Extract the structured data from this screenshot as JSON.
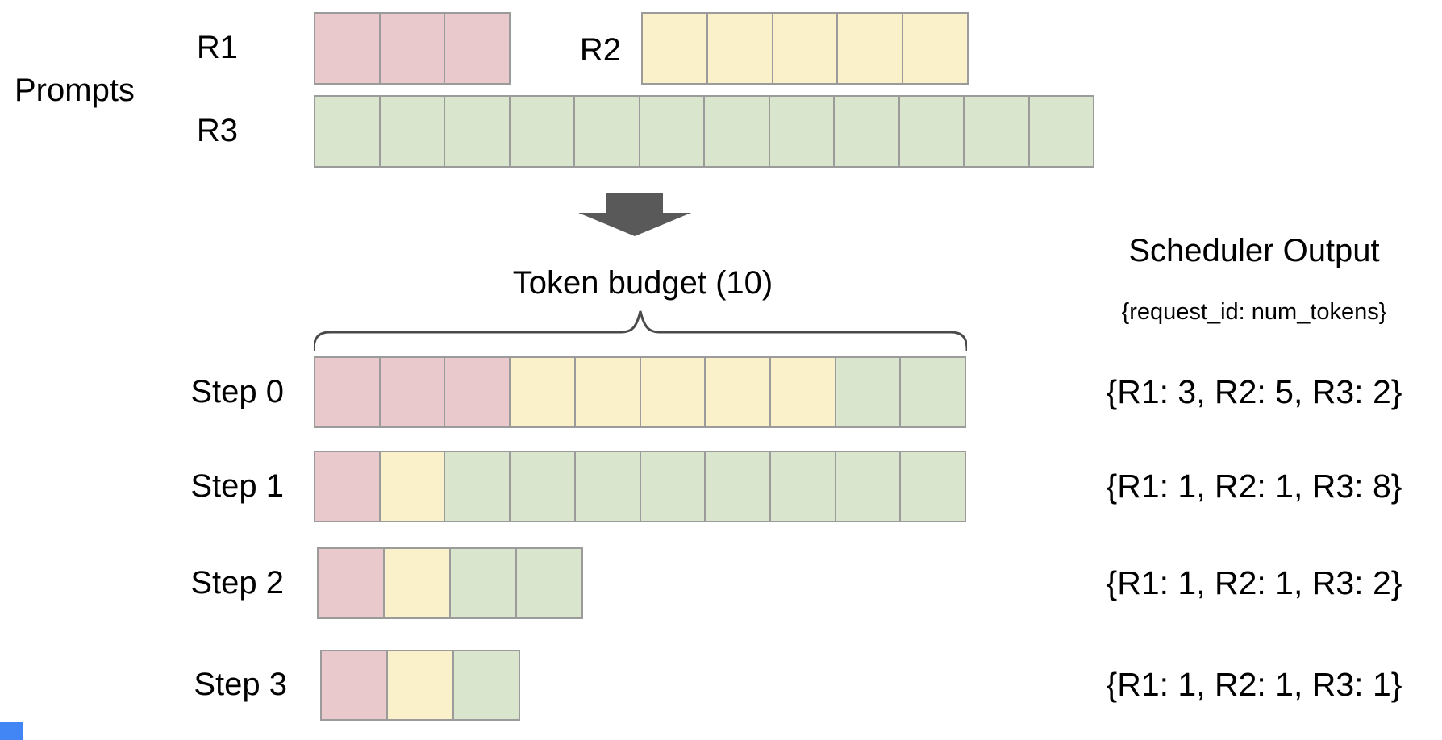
{
  "labels": {
    "prompts": "Prompts",
    "token_budget": "Token budget (10)",
    "scheduler_title": "Scheduler Output",
    "scheduler_subtitle": "{request_id: num_tokens}"
  },
  "token_budget_value": 10,
  "prompt_rows": [
    {
      "label": "R1",
      "segments": [
        {
          "req": "R1",
          "n": 3
        }
      ]
    },
    {
      "label": "R2",
      "segments": [
        {
          "req": "R2",
          "n": 5
        }
      ]
    },
    {
      "label": "R3",
      "segments": [
        {
          "req": "R3",
          "n": 12
        }
      ]
    }
  ],
  "steps": [
    {
      "label": "Step 0",
      "segments": [
        {
          "req": "R1",
          "n": 3
        },
        {
          "req": "R2",
          "n": 5
        },
        {
          "req": "R3",
          "n": 2
        }
      ],
      "output": "{R1: 3, R2: 5, R3: 2}"
    },
    {
      "label": "Step 1",
      "segments": [
        {
          "req": "R1",
          "n": 1
        },
        {
          "req": "R2",
          "n": 1
        },
        {
          "req": "R3",
          "n": 8
        }
      ],
      "output": "{R1: 1, R2: 1, R3: 8}"
    },
    {
      "label": "Step 2",
      "segments": [
        {
          "req": "R1",
          "n": 1
        },
        {
          "req": "R2",
          "n": 1
        },
        {
          "req": "R3",
          "n": 2
        }
      ],
      "output": "{R1: 1, R2: 1, R3: 2}"
    },
    {
      "label": "Step 3",
      "segments": [
        {
          "req": "R1",
          "n": 1
        },
        {
          "req": "R2",
          "n": 1
        },
        {
          "req": "R3",
          "n": 1
        }
      ],
      "output": "{R1: 1, R2: 1, R3: 1}"
    }
  ],
  "colors": {
    "requests": {
      "R1": "#eac9cd",
      "R2": "#faf0ca",
      "R3": "#d9e6cd"
    },
    "cell_border": "#9b9b9b",
    "arrow": "#595959",
    "brace": "#4a4a4a",
    "corner_mark": "#4285f4",
    "text": "#000000"
  }
}
